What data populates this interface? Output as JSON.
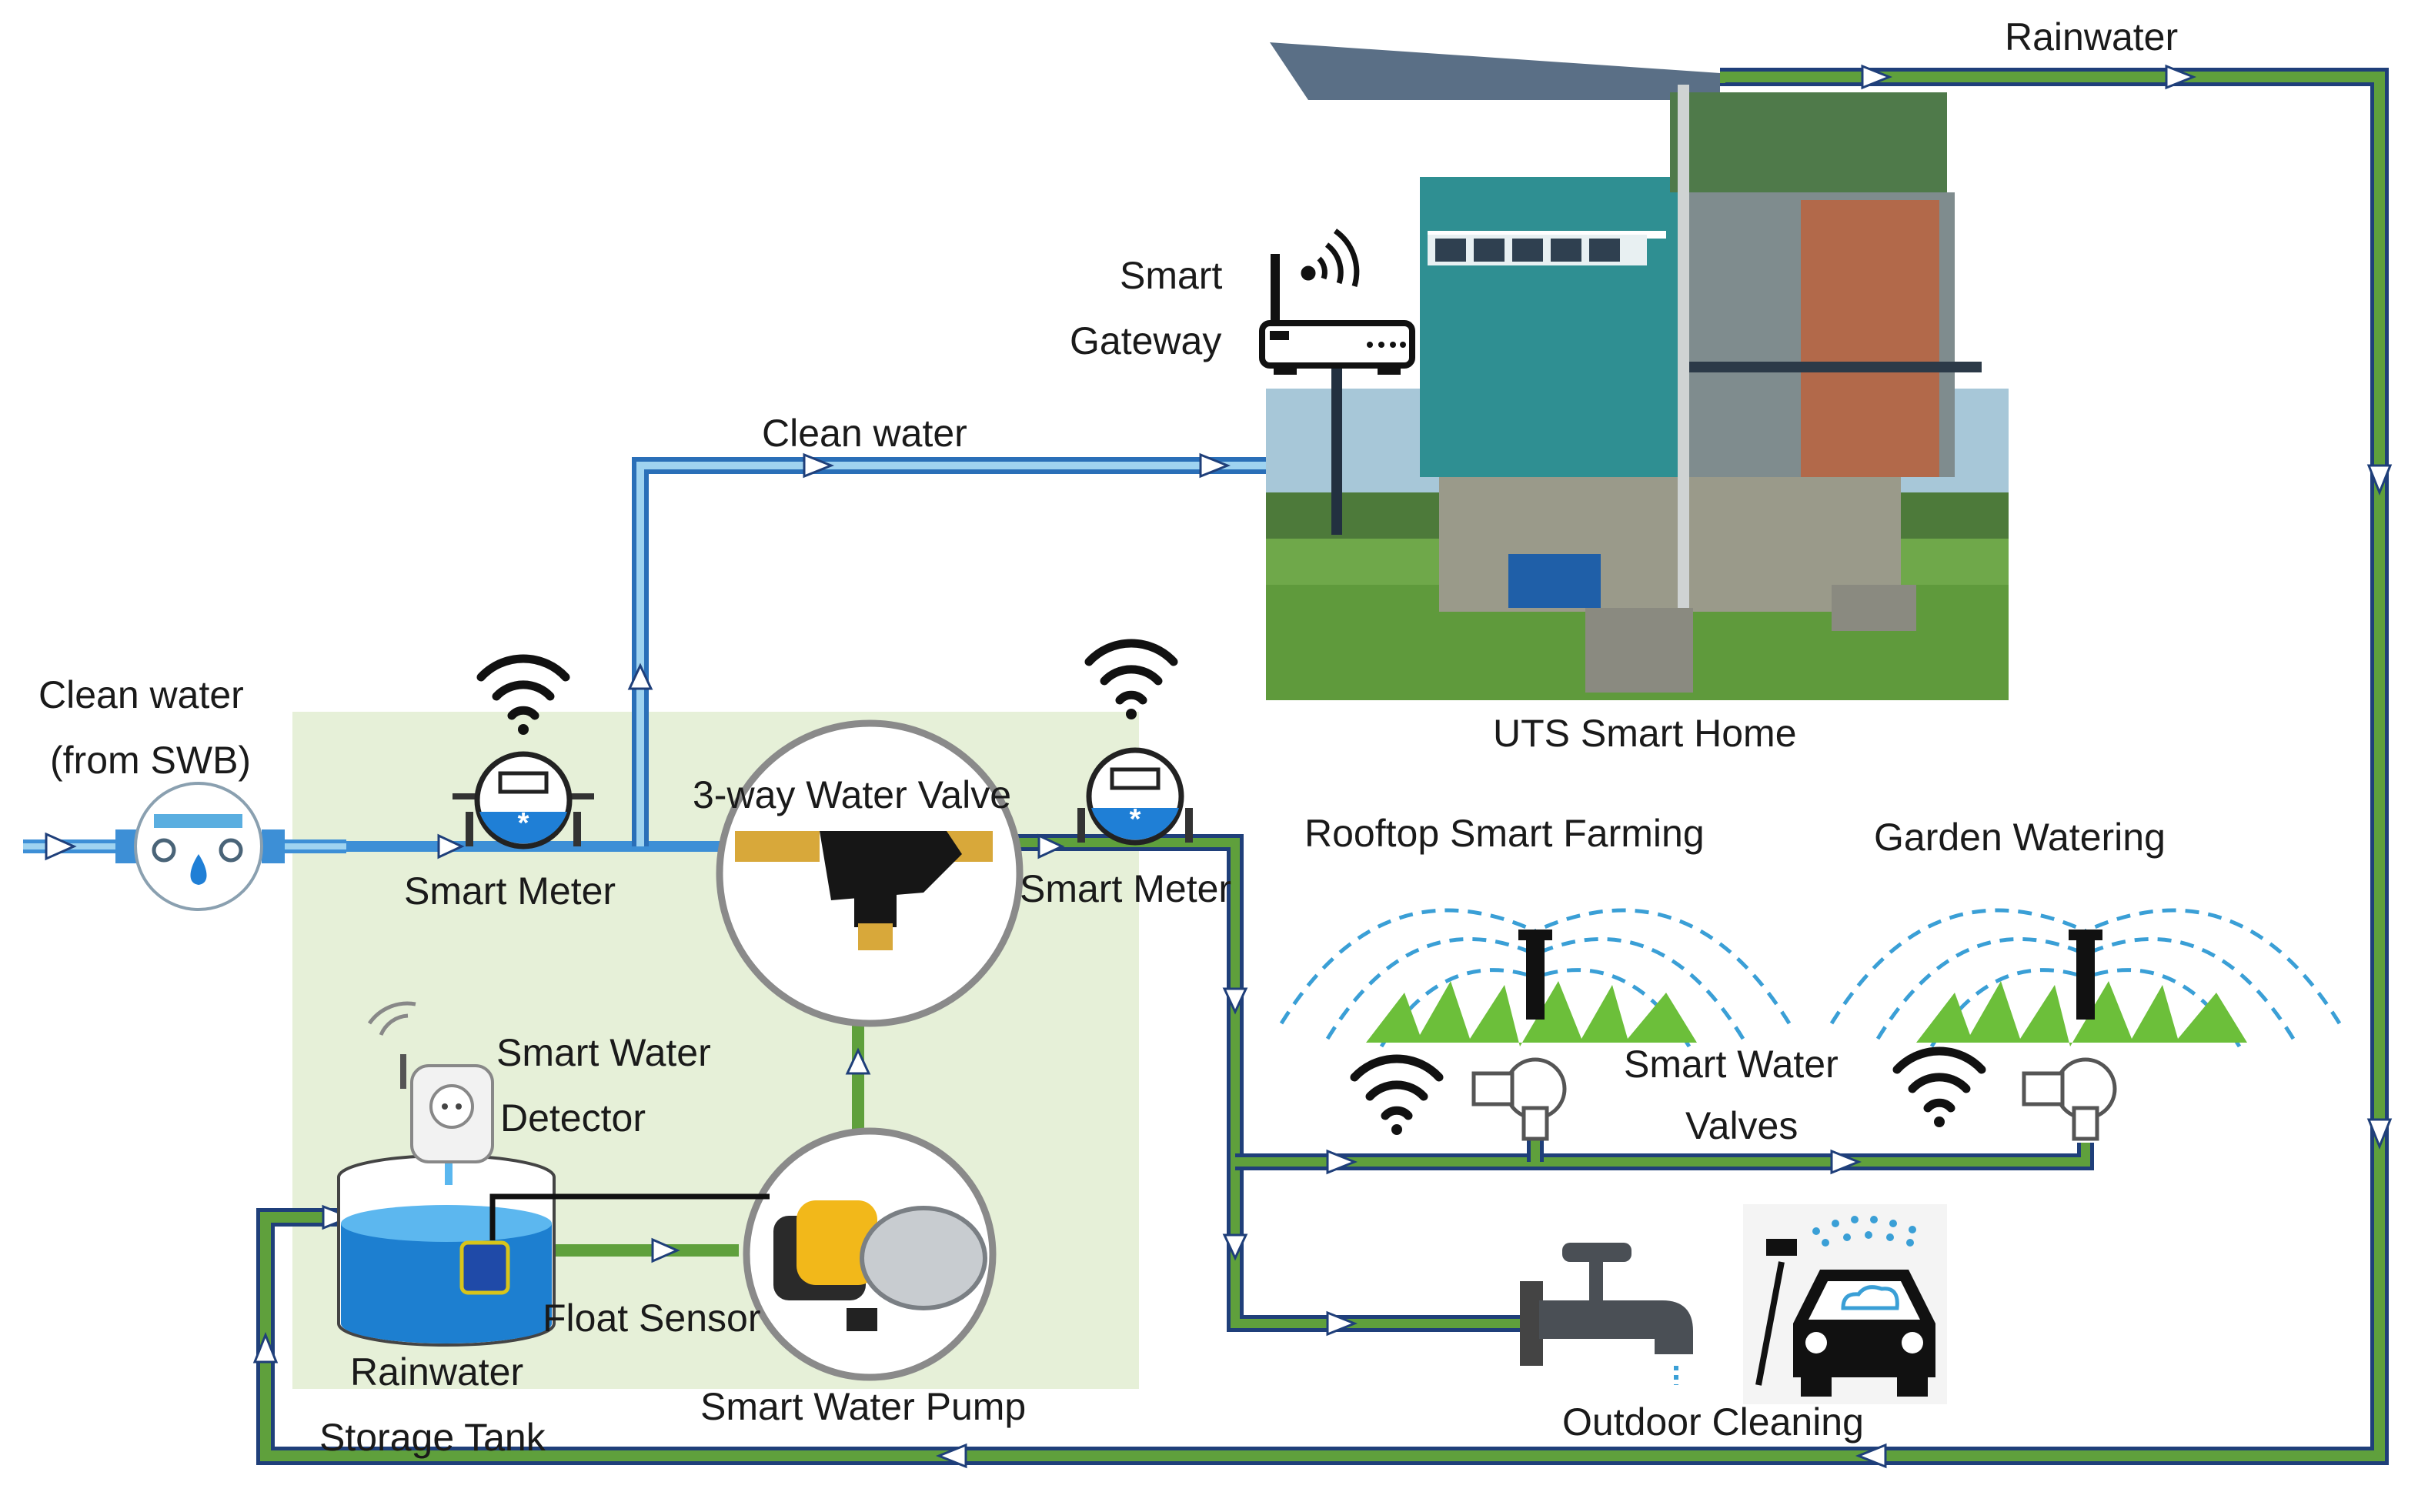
{
  "labels": {
    "rainwater_top": "Rainwater",
    "smart_gateway_line1": "Smart",
    "smart_gateway_line2": "Gateway",
    "clean_water_top": "Clean water",
    "clean_water_swb_line1": "Clean water",
    "clean_water_swb_line2": "(from SWB)",
    "uts_smart_home": "UTS Smart Home",
    "three_way_valve": "3-way Water Valve",
    "smart_meter_1": "Smart Meter",
    "smart_meter_2": "Smart Meter",
    "rooftop_smart_farming": "Rooftop Smart Farming",
    "garden_watering": "Garden Watering",
    "smart_water_detector_line1": "Smart Water",
    "smart_water_detector_line2": "Detector",
    "smart_water_valves_line1": "Smart Water",
    "smart_water_valves_line2": "Valves",
    "float_sensor": "Float Sensor",
    "rainwater_storage_line1": "Rainwater",
    "rainwater_storage_line2": "Storage Tank",
    "smart_water_pump": "Smart Water Pump",
    "outdoor_cleaning": "Outdoor Cleaning"
  },
  "colors": {
    "rain_pipe": "#5fa03c",
    "rain_pipe_edge": "#1f3f7a",
    "clean_pipe": "#3d8fd6",
    "clean_pipe_light": "#9fd3f0",
    "panel_bg": "#e6f0d8",
    "spray": "#3a9fd6",
    "grass": "#6cbf3a",
    "tank": "#1d7fd0"
  },
  "icons": {
    "wifi": "wifi-icon",
    "router": "router-icon",
    "meter": "water-meter-icon",
    "valve": "valve-icon",
    "pump": "water-pump-icon",
    "tap": "water-tap-icon",
    "car_wash": "car-wash-icon",
    "sprinkler": "sprinkler-icon",
    "detector": "water-detector-icon",
    "tank": "tank-icon",
    "house": "smart-home-photo"
  }
}
